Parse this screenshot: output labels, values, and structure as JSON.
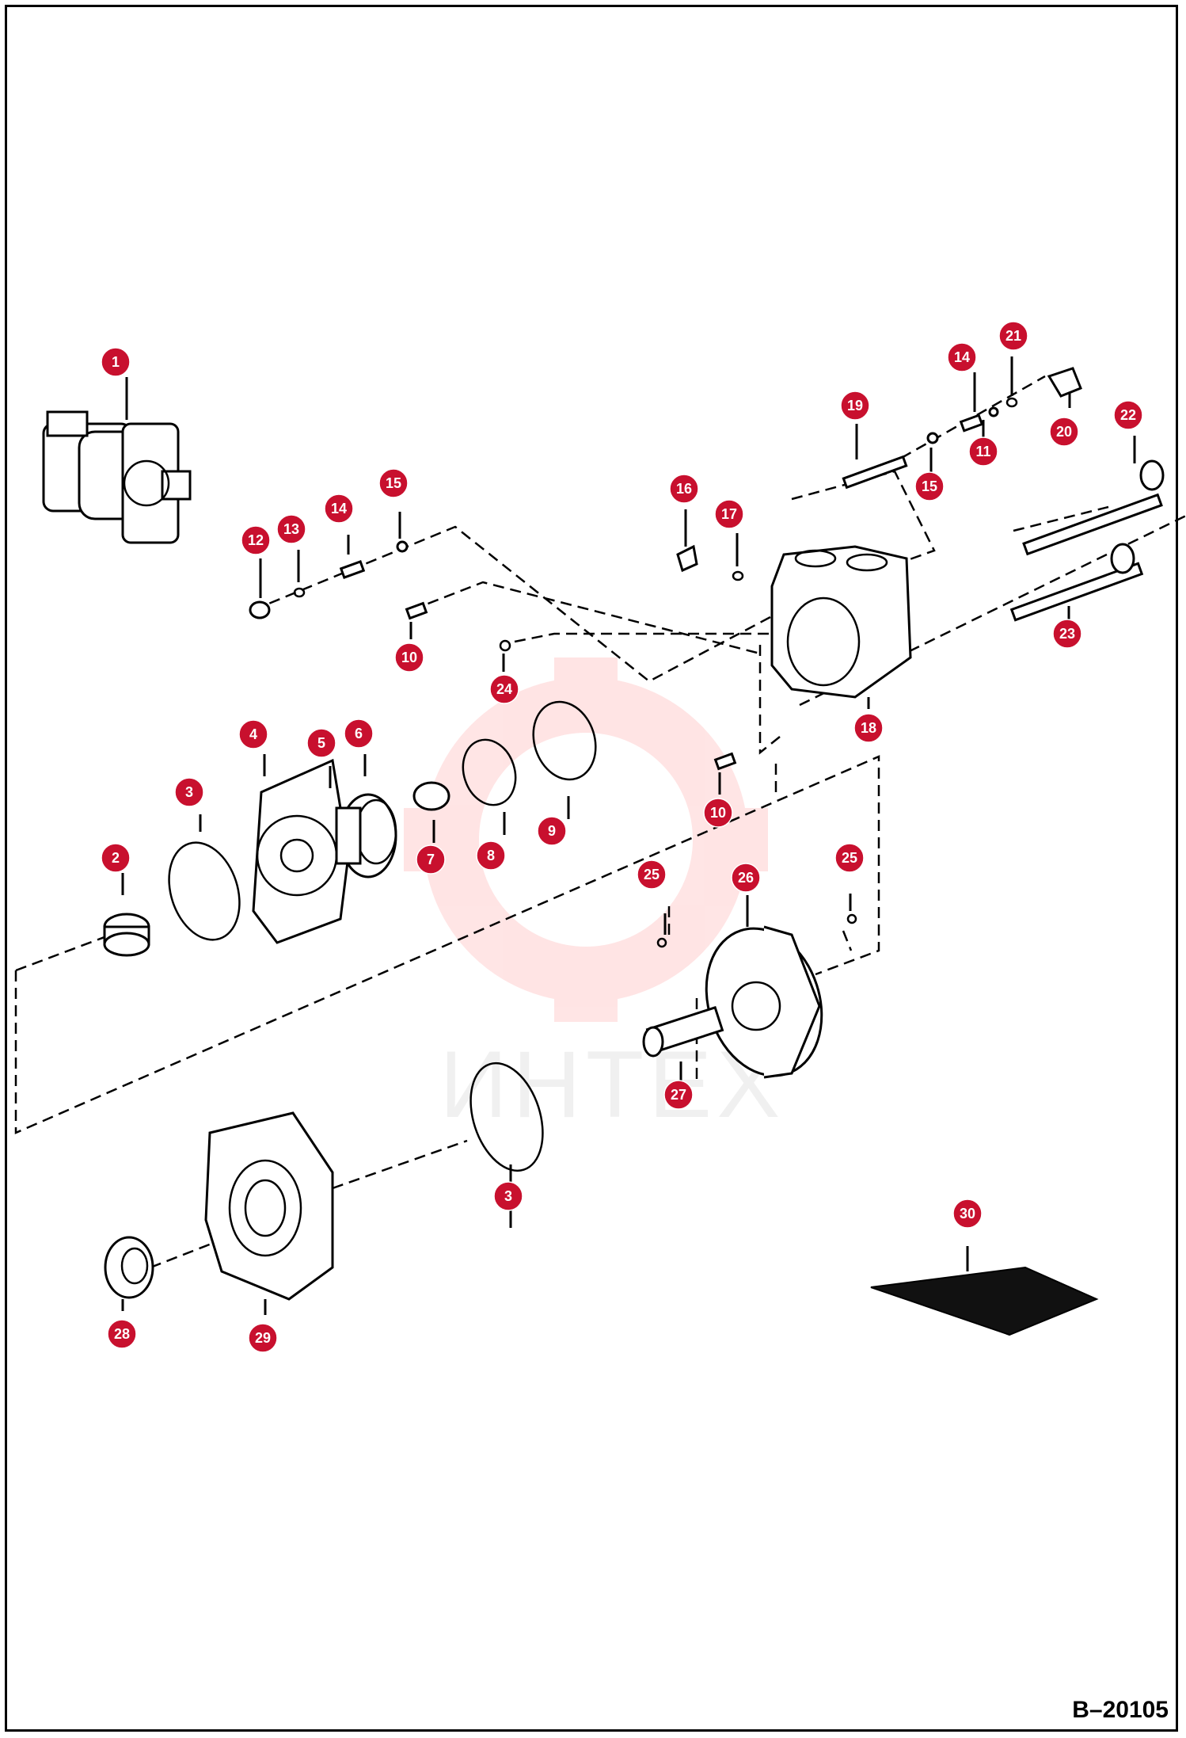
{
  "diagram": {
    "ref_code": "B–20105",
    "watermark_text": "ИНТЕХ",
    "colors": {
      "callout": "#c8102e",
      "line": "#000000",
      "watermark": "#ff0000"
    },
    "callouts": [
      {
        "label": "1"
      },
      {
        "label": "2"
      },
      {
        "label": "3"
      },
      {
        "label": "3"
      },
      {
        "label": "4"
      },
      {
        "label": "5"
      },
      {
        "label": "6"
      },
      {
        "label": "7"
      },
      {
        "label": "8"
      },
      {
        "label": "9"
      },
      {
        "label": "10"
      },
      {
        "label": "10"
      },
      {
        "label": "11"
      },
      {
        "label": "12"
      },
      {
        "label": "13"
      },
      {
        "label": "14"
      },
      {
        "label": "14"
      },
      {
        "label": "15"
      },
      {
        "label": "15"
      },
      {
        "label": "16"
      },
      {
        "label": "17"
      },
      {
        "label": "18"
      },
      {
        "label": "19"
      },
      {
        "label": "20"
      },
      {
        "label": "21"
      },
      {
        "label": "22"
      },
      {
        "label": "23"
      },
      {
        "label": "24"
      },
      {
        "label": "25"
      },
      {
        "label": "25"
      },
      {
        "label": "26"
      },
      {
        "label": "27"
      },
      {
        "label": "28"
      },
      {
        "label": "29"
      },
      {
        "label": "30"
      }
    ]
  }
}
